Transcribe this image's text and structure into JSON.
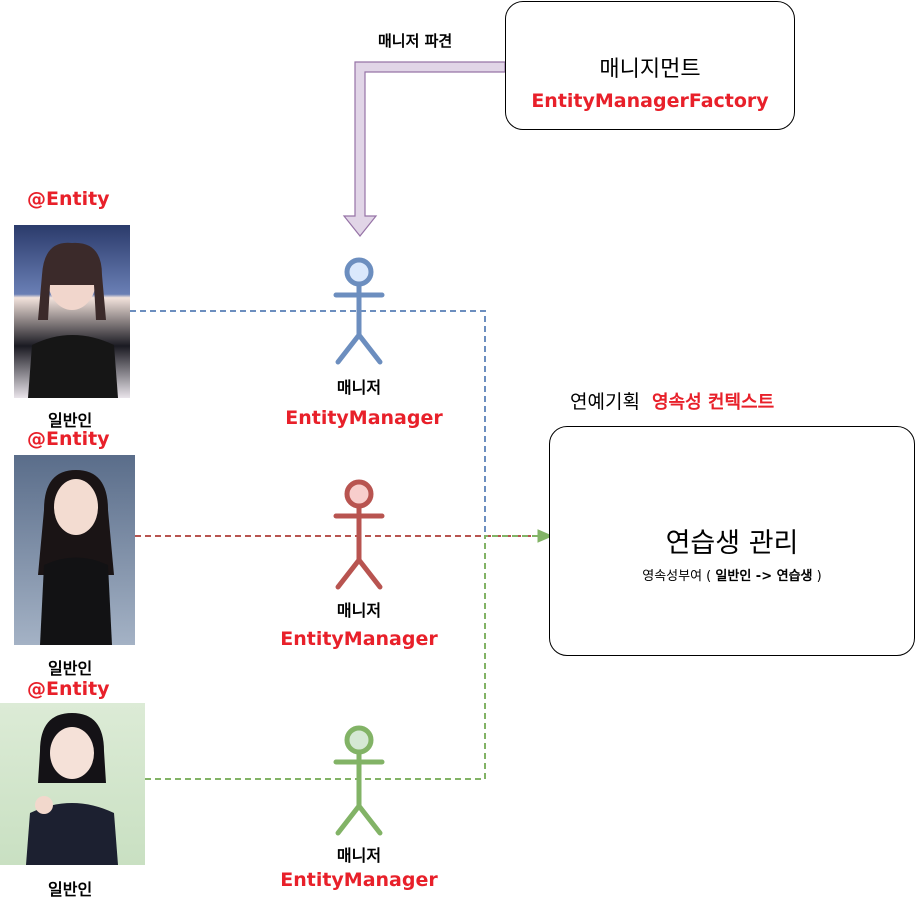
{
  "factory": {
    "title": "매니지먼트",
    "subtitle": "EntityManagerFactory",
    "dispatch_label": "매니저 파견"
  },
  "context": {
    "header_prefix": "연예기획",
    "header_highlight": "영속성 컨텍스트",
    "title": "연습생 관리",
    "desc_prefix": "영속성부여 (",
    "desc_bold": "일반인 -> 연습생",
    "desc_suffix": ")"
  },
  "people": [
    {
      "entity_label": "@Entity",
      "caption": "일반인",
      "line_color": "#6c8ebf"
    },
    {
      "entity_label": "@Entity",
      "caption": "일반인",
      "line_color": "#b85450"
    },
    {
      "entity_label": "@Entity",
      "caption": "일반인",
      "line_color": "#82b366"
    }
  ],
  "managers": [
    {
      "role": "매니저",
      "name": "EntityManager",
      "color": "#6c8ebf",
      "fill": "#dae8fc"
    },
    {
      "role": "매니저",
      "name": "EntityManager",
      "color": "#b85450",
      "fill": "#f8cecc"
    },
    {
      "role": "매니저",
      "name": "EntityManager",
      "color": "#82b366",
      "fill": "#d5e8d4"
    }
  ]
}
